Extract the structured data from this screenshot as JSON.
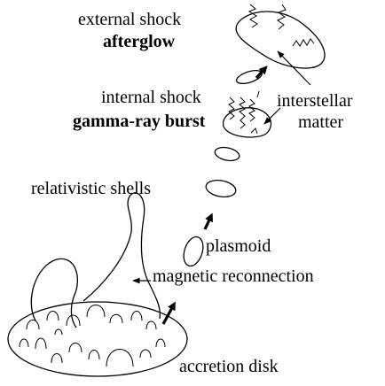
{
  "labels": {
    "external_shock": "external shock",
    "afterglow": "afterglow",
    "internal_shock": "internal shock",
    "gamma_ray_burst": "gamma-ray burst",
    "interstellar_1": "interstellar",
    "interstellar_2": "matter",
    "relativistic_shells": "relativistic shells",
    "plasmoid": "plasmoid",
    "magnetic_reconnection": "magnetic reconnection",
    "accretion_disk": "accretion disk"
  },
  "colors": {
    "ink": "#000000",
    "background": "#ffffff"
  }
}
